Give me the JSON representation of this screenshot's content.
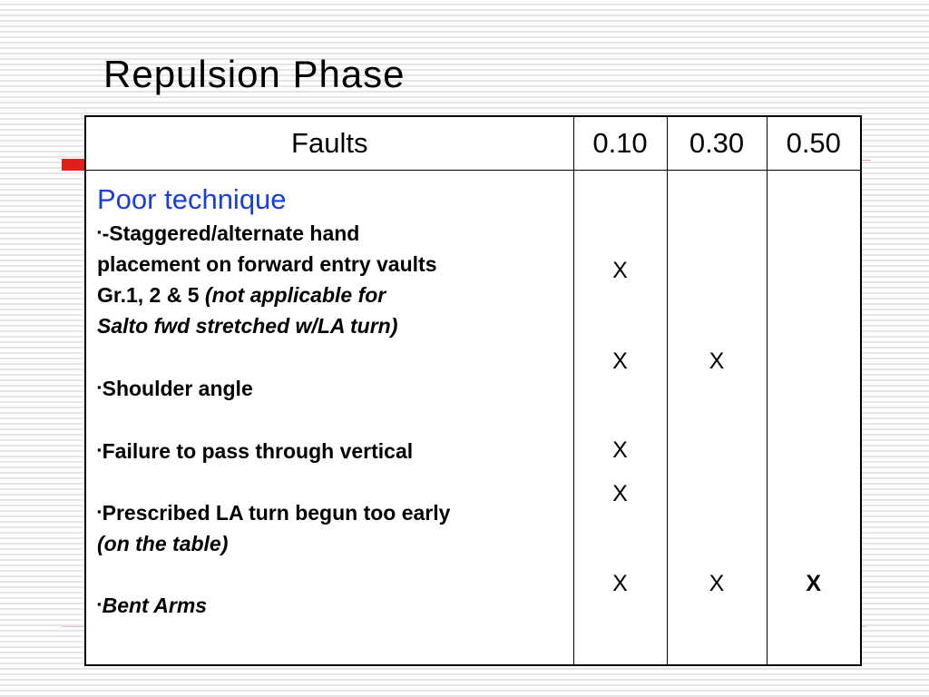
{
  "title": "Repulsion Phase",
  "table": {
    "headers": {
      "faults": "Faults",
      "col1": "0.10",
      "col2": "0.30",
      "col3": "0.50"
    },
    "section": "Poor technique",
    "items": {
      "staggered_l1": "-Staggered/alternate hand",
      "staggered_l2": "placement on forward entry vaults",
      "staggered_l3a": "Gr.1, 2 & 5 ",
      "staggered_l3b": "(not applicable for",
      "staggered_l4": "Salto fwd stretched w/LA turn)",
      "shoulder": "Shoulder angle",
      "failure": "Failure to pass through vertical",
      "prescribed_l1": "Prescribed LA turn begun too early",
      "prescribed_l2": "(on the table)",
      "bent": "Bent Arms"
    },
    "marks": {
      "staggered_010": "X",
      "shoulder_010": "X",
      "shoulder_030": "X",
      "failure_010": "X",
      "prescribed_010": "X",
      "bent_010": "X",
      "bent_030": "X",
      "bent_050": "X"
    },
    "bullet": "▪"
  }
}
